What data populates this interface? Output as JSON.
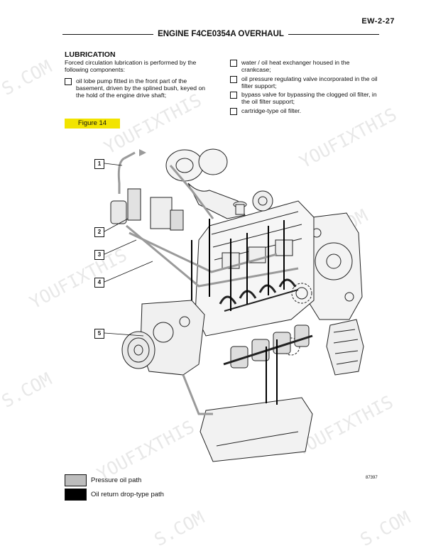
{
  "page_code": "EW-2-27",
  "header_title": "ENGINE F4CE0354A OVERHAUL",
  "section_heading": "LUBRICATION",
  "intro": "Forced circulation lubrication is performed by the following components:",
  "bullets_left": [
    "oil lobe pump fitted in the front part of the basement, driven by the splined bush, keyed on the hold of the engine drive shaft;"
  ],
  "bullets_right": [
    "water / oil heat exchanger housed in the crankcase;",
    "oil pressure regulating valve incorporated in the oil filter support;",
    "bypass valve for bypassing the clogged oil filter, in the oil filter support;",
    "cartridge-type oil filter."
  ],
  "figure_label": "Figure 14",
  "callouts": [
    "1",
    "2",
    "3",
    "4",
    "5"
  ],
  "legend": [
    {
      "label": "Pressure oil path",
      "color": "#bdbdbd"
    },
    {
      "label": "Oil return drop-type path",
      "color": "#000000"
    }
  ],
  "figure_code": "87397",
  "watermarks": [
    "YOUFIXTHIS",
    "S.COM"
  ]
}
